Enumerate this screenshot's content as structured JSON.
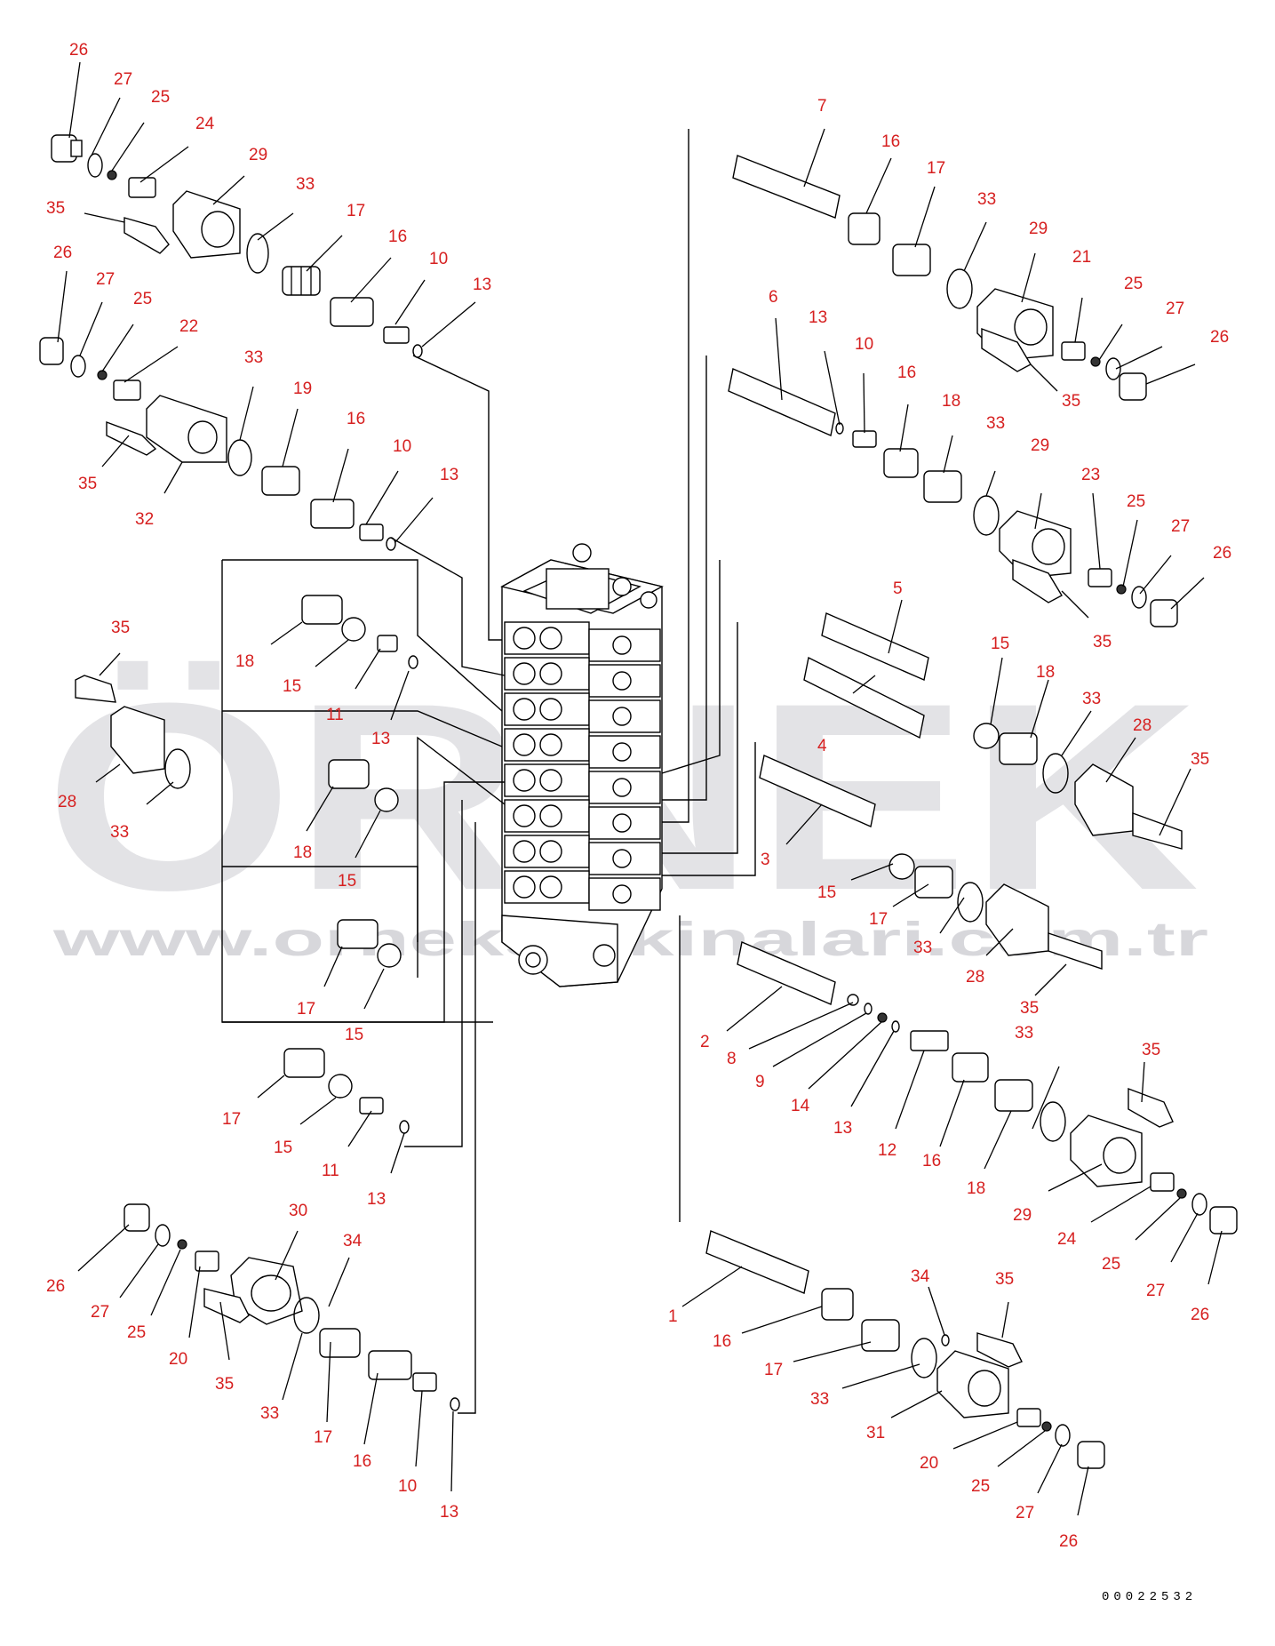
{
  "diagram": {
    "watermark_brand": "ÖRNEK",
    "watermark_url": "www.orneksatkinalari.com.tr",
    "drawing_number": "00022532",
    "callouts": [
      {
        "id": "c26a",
        "label": "26"
      },
      {
        "id": "c27a",
        "label": "27"
      },
      {
        "id": "c25a",
        "label": "25"
      },
      {
        "id": "c24a",
        "label": "24"
      },
      {
        "id": "c29a",
        "label": "29"
      },
      {
        "id": "c35a",
        "label": "35"
      },
      {
        "id": "c33a",
        "label": "33"
      },
      {
        "id": "c17a",
        "label": "17"
      },
      {
        "id": "c16a",
        "label": "16"
      },
      {
        "id": "c10a",
        "label": "10"
      },
      {
        "id": "c13a",
        "label": "13"
      },
      {
        "id": "c26b",
        "label": "26"
      },
      {
        "id": "c27b",
        "label": "27"
      },
      {
        "id": "c25b",
        "label": "25"
      },
      {
        "id": "c22",
        "label": "22"
      },
      {
        "id": "c33b",
        "label": "33"
      },
      {
        "id": "c19",
        "label": "19"
      },
      {
        "id": "c16b",
        "label": "16"
      },
      {
        "id": "c10b",
        "label": "10"
      },
      {
        "id": "c13b",
        "label": "13"
      },
      {
        "id": "c35b",
        "label": "35"
      },
      {
        "id": "c32",
        "label": "32"
      },
      {
        "id": "c35c",
        "label": "35"
      },
      {
        "id": "c28a",
        "label": "28"
      },
      {
        "id": "c33c",
        "label": "33"
      },
      {
        "id": "c18a",
        "label": "18"
      },
      {
        "id": "c15a",
        "label": "15"
      },
      {
        "id": "c11a",
        "label": "11"
      },
      {
        "id": "c13c",
        "label": "13"
      },
      {
        "id": "c18b",
        "label": "18"
      },
      {
        "id": "c15b",
        "label": "15"
      },
      {
        "id": "c17b",
        "label": "17"
      },
      {
        "id": "c15c",
        "label": "15"
      },
      {
        "id": "c17c",
        "label": "17"
      },
      {
        "id": "c15d",
        "label": "15"
      },
      {
        "id": "c11b",
        "label": "11"
      },
      {
        "id": "c13d",
        "label": "13"
      },
      {
        "id": "c26c",
        "label": "26"
      },
      {
        "id": "c27c",
        "label": "27"
      },
      {
        "id": "c25c",
        "label": "25"
      },
      {
        "id": "c20a",
        "label": "20"
      },
      {
        "id": "c35d",
        "label": "35"
      },
      {
        "id": "c30",
        "label": "30"
      },
      {
        "id": "c34a",
        "label": "34"
      },
      {
        "id": "c33d",
        "label": "33"
      },
      {
        "id": "c17d",
        "label": "17"
      },
      {
        "id": "c16c",
        "label": "16"
      },
      {
        "id": "c10c",
        "label": "10"
      },
      {
        "id": "c13e",
        "label": "13"
      },
      {
        "id": "c7",
        "label": "7"
      },
      {
        "id": "c16d",
        "label": "16"
      },
      {
        "id": "c17e",
        "label": "17"
      },
      {
        "id": "c33e",
        "label": "33"
      },
      {
        "id": "c29b",
        "label": "29"
      },
      {
        "id": "c21",
        "label": "21"
      },
      {
        "id": "c25d",
        "label": "25"
      },
      {
        "id": "c27d",
        "label": "27"
      },
      {
        "id": "c26d",
        "label": "26"
      },
      {
        "id": "c35e",
        "label": "35"
      },
      {
        "id": "c6",
        "label": "6"
      },
      {
        "id": "c13f",
        "label": "13"
      },
      {
        "id": "c10d",
        "label": "10"
      },
      {
        "id": "c16e",
        "label": "16"
      },
      {
        "id": "c18c",
        "label": "18"
      },
      {
        "id": "c33f",
        "label": "33"
      },
      {
        "id": "c29c",
        "label": "29"
      },
      {
        "id": "c23",
        "label": "23"
      },
      {
        "id": "c25e",
        "label": "25"
      },
      {
        "id": "c27e",
        "label": "27"
      },
      {
        "id": "c26e",
        "label": "26"
      },
      {
        "id": "c35f",
        "label": "35"
      },
      {
        "id": "c5",
        "label": "5"
      },
      {
        "id": "c4",
        "label": "4"
      },
      {
        "id": "c15e",
        "label": "15"
      },
      {
        "id": "c18d",
        "label": "18"
      },
      {
        "id": "c33g",
        "label": "33"
      },
      {
        "id": "c28b",
        "label": "28"
      },
      {
        "id": "c35g",
        "label": "35"
      },
      {
        "id": "c3",
        "label": "3"
      },
      {
        "id": "c15f",
        "label": "15"
      },
      {
        "id": "c17f",
        "label": "17"
      },
      {
        "id": "c33h",
        "label": "33"
      },
      {
        "id": "c28c",
        "label": "28"
      },
      {
        "id": "c35h",
        "label": "35"
      },
      {
        "id": "c2",
        "label": "2"
      },
      {
        "id": "c8",
        "label": "8"
      },
      {
        "id": "c9",
        "label": "9"
      },
      {
        "id": "c14",
        "label": "14"
      },
      {
        "id": "c13g",
        "label": "13"
      },
      {
        "id": "c12",
        "label": "12"
      },
      {
        "id": "c16f",
        "label": "16"
      },
      {
        "id": "c18e",
        "label": "18"
      },
      {
        "id": "c33i",
        "label": "33"
      },
      {
        "id": "c35i",
        "label": "35"
      },
      {
        "id": "c29d",
        "label": "29"
      },
      {
        "id": "c24b",
        "label": "24"
      },
      {
        "id": "c25f",
        "label": "25"
      },
      {
        "id": "c27f",
        "label": "27"
      },
      {
        "id": "c26f",
        "label": "26"
      },
      {
        "id": "c1",
        "label": "1"
      },
      {
        "id": "c16g",
        "label": "16"
      },
      {
        "id": "c17g",
        "label": "17"
      },
      {
        "id": "c33j",
        "label": "33"
      },
      {
        "id": "c34b",
        "label": "34"
      },
      {
        "id": "c35j",
        "label": "35"
      },
      {
        "id": "c31",
        "label": "31"
      },
      {
        "id": "c20b",
        "label": "20"
      },
      {
        "id": "c25g",
        "label": "25"
      },
      {
        "id": "c27g",
        "label": "27"
      },
      {
        "id": "c26g",
        "label": "26"
      }
    ]
  }
}
